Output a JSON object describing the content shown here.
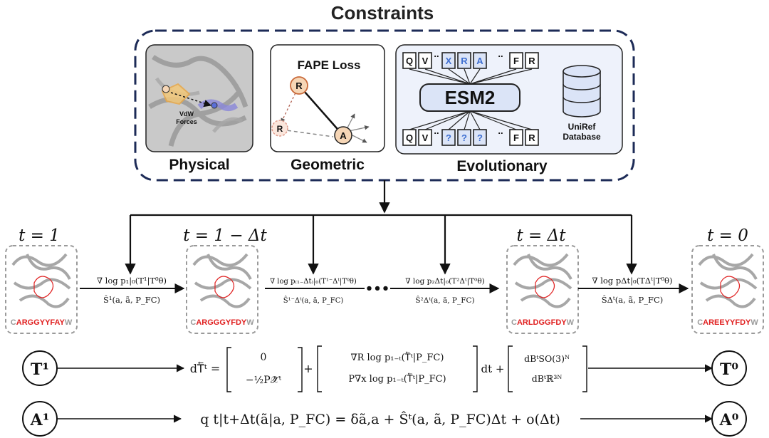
{
  "title": "Constraints",
  "panels": {
    "physical": {
      "label": "Physical",
      "inset": "VdW\nForces",
      "inset_line1": "VdW",
      "inset_line2": "Forces"
    },
    "geometric": {
      "label": "Geometric",
      "heading": "FAPE Loss",
      "node_r": "R",
      "node_r2": "R",
      "node_a": "A"
    },
    "evolutionary": {
      "label": "Evolutionary",
      "model": "ESM2",
      "db_line1": "UniRef",
      "db_line2": "Database",
      "top_tokens": [
        "Q",
        "V",
        "X",
        "R",
        "A",
        "F",
        "R"
      ],
      "bottom_tokens": [
        "Q",
        "V",
        "?",
        "?",
        "?",
        "F",
        "R"
      ],
      "dots": ".."
    }
  },
  "timesteps": {
    "t1": "t = 1",
    "t1mdt": "t = 1 − Δt",
    "tdt": "t = Δt",
    "t0": "t = 0"
  },
  "sequences": {
    "s1": {
      "prefix": "C",
      "body": "ARGGYYFAY",
      "suffix": "W"
    },
    "s2": {
      "prefix": "C",
      "body": "ARGGGYFDY",
      "suffix": "W"
    },
    "s3": {
      "prefix": "C",
      "body": "ARLDGGFDY",
      "suffix": "W"
    },
    "s4": {
      "prefix": "C",
      "body": "AREEYYFDY",
      "suffix": "W"
    }
  },
  "transitions": {
    "tr1_top": "∇ log p₁|₀(T¹|T⁰θ)",
    "tr1_bot": "Ŝ¹(a, ã, P_FC)",
    "tr2_top": "∇ log p₍₁₋Δt₎|₀(T¹⁻Δᵗ|T⁰θ)",
    "tr2_bot": "Ŝ¹⁻Δᵗ(a, ã, P_FC)",
    "tr3_top": "∇ log p₂Δt|₀(T²Δᵗ|T⁰θ)",
    "tr3_bot": "Ŝ²Δᵗ(a, ã, P_FC)",
    "tr4_top": "∇ log pΔt|₀(TΔᵗ|T⁰θ)",
    "tr4_bot": "ŜΔᵗ(a, ã, P_FC)",
    "ellipsis": "•••"
  },
  "equations": {
    "T_start": "T¹",
    "T_end": "T⁰",
    "A_start": "A¹",
    "A_end": "A⁰",
    "sde_lhs": "dT⃖ᵗ =",
    "sde_m1_top": "0",
    "sde_m1_bot": "−½P𝒳⃖ᵗ",
    "sde_plus1": "+",
    "sde_m2_top": "∇R log p₁₋ₜ(T⃖ᵗ|P_FC)",
    "sde_m2_bot": "P∇x log p₁₋ₜ(T⃖ᵗ|P_FC)",
    "sde_dt": "dt +",
    "sde_m3_top": "dBᵗSO(3)ᴺ",
    "sde_m3_bot": "dBᵗℝ³ᴺ",
    "ctmc": "q t|t+Δt(ã|a, P_FC) = δã,a + Ŝᵗ(a, ã, P_FC)Δt + o(Δt)"
  },
  "colors": {
    "navy": "#1d2b57",
    "blue_fill": "#dbe4f7",
    "panel_fill": "#eef2fb",
    "seq_red": "#e02020",
    "seq_gray": "#9a9a9a",
    "peach": "#f6d6b6"
  }
}
